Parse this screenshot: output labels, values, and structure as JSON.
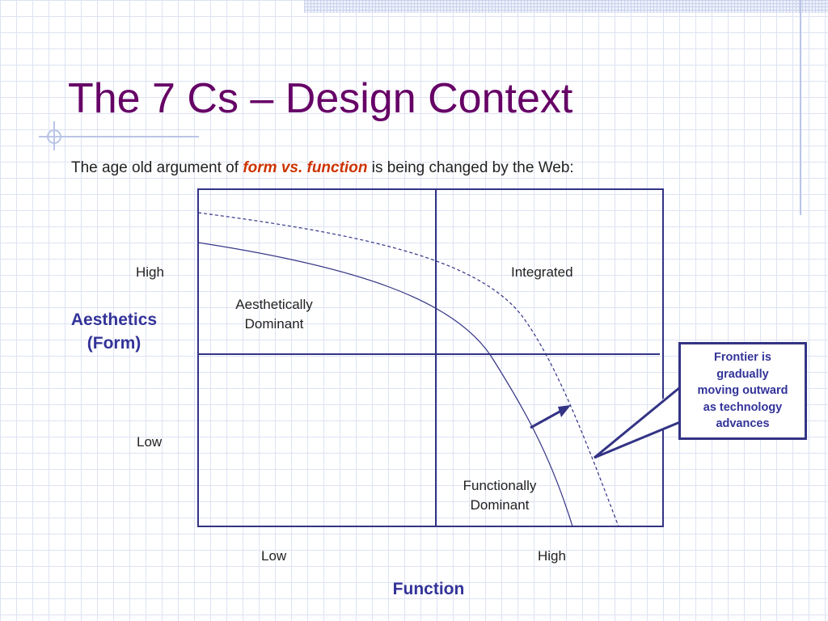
{
  "slide": {
    "title": "The 7 Cs – Design Context",
    "subtitle": {
      "before": "The age old argument of ",
      "emphasis": "form vs. function",
      "after": " is being changed by the Web:"
    }
  },
  "diagram": {
    "y_axis": {
      "title_line1": "Aesthetics",
      "title_line2": "(Form)",
      "high": "High",
      "low": "Low"
    },
    "x_axis": {
      "title": "Function",
      "low": "Low",
      "high": "High"
    },
    "quadrants": {
      "top_left_line1": "Aesthetically",
      "top_left_line2": "Dominant",
      "top_right": "Integrated",
      "bottom_right_line1": "Functionally",
      "bottom_right_line2": "Dominant"
    },
    "callout": {
      "line1": "Frontier is",
      "line2": "gradually",
      "line3": "moving outward",
      "line4": "as technology",
      "line5": "advances"
    }
  },
  "colors": {
    "title": "#660066",
    "emphasis": "#cc3300",
    "diagram_lines": "#333385",
    "axis_title": "#333399"
  }
}
